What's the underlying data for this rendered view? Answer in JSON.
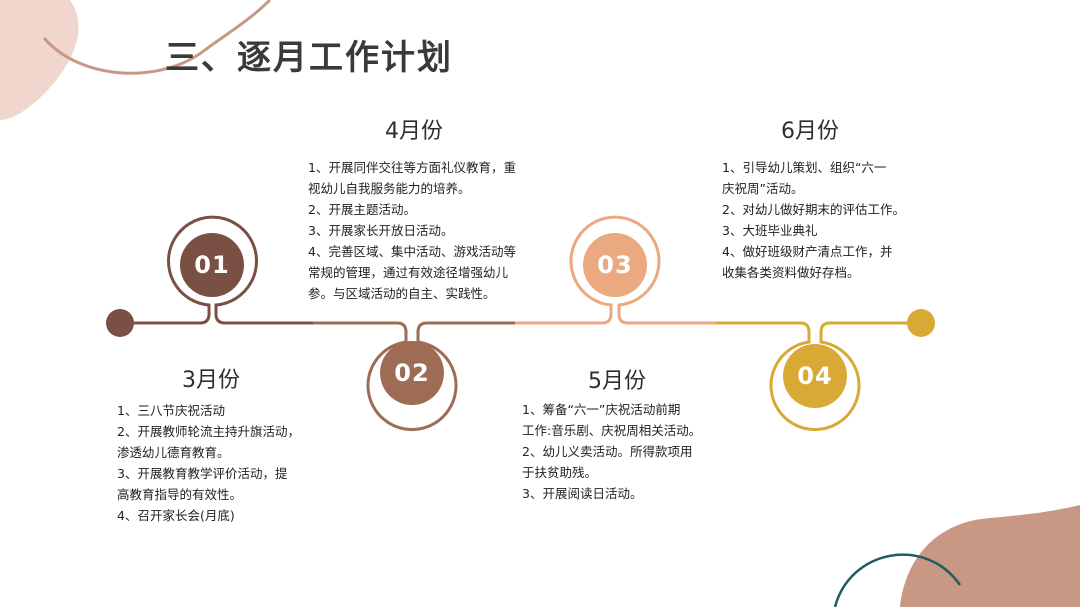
{
  "slide": {
    "title": "三、逐月工作计划",
    "colors": {
      "dark_brown": "#7b5044",
      "brown": "#9e6b54",
      "peach": "#eba97f",
      "gold": "#d8a935",
      "blob": "#c89885",
      "teal": "#1e5e63"
    },
    "steps": [
      {
        "num": "01",
        "month": "3月份",
        "lines": [
          "1、三八节庆祝活动",
          "2、开展教师轮流主持升旗活动，\n渗透幼儿德育教育。",
          "3、开展教育教学评价活动，提\n高教育指导的有效性。",
          "4、召开家长会(月底)"
        ]
      },
      {
        "num": "02",
        "month": "4月份",
        "lines": [
          "1、开展同伴交往等方面礼仪教育，重\n视幼儿自我服务能力的培养。",
          "2、开展主题活动。",
          "3、开展家长开放日活动。",
          "4、完善区域、集中活动、游戏活动等\n常规的管理，通过有效途径增强幼儿\n参。与区域活动的自主、实践性。"
        ]
      },
      {
        "num": "03",
        "month": "5月份",
        "lines": [
          "1、筹备“六一”庆祝活动前期\n工作:音乐剧、庆祝周相关活动。",
          "2、幼儿义卖活动。所得款项用\n于扶贫助残。",
          "3、开展阅读日活动。"
        ]
      },
      {
        "num": "04",
        "month": "6月份",
        "lines": [
          "1、引导幼儿策划、组织“六一\n庆祝周”活动。",
          "2、对幼儿做好期末的评估工作。",
          "3、大班毕业典礼",
          "4、做好班级财产清点工作，并\n收集各类资料做好存档。"
        ]
      }
    ]
  }
}
